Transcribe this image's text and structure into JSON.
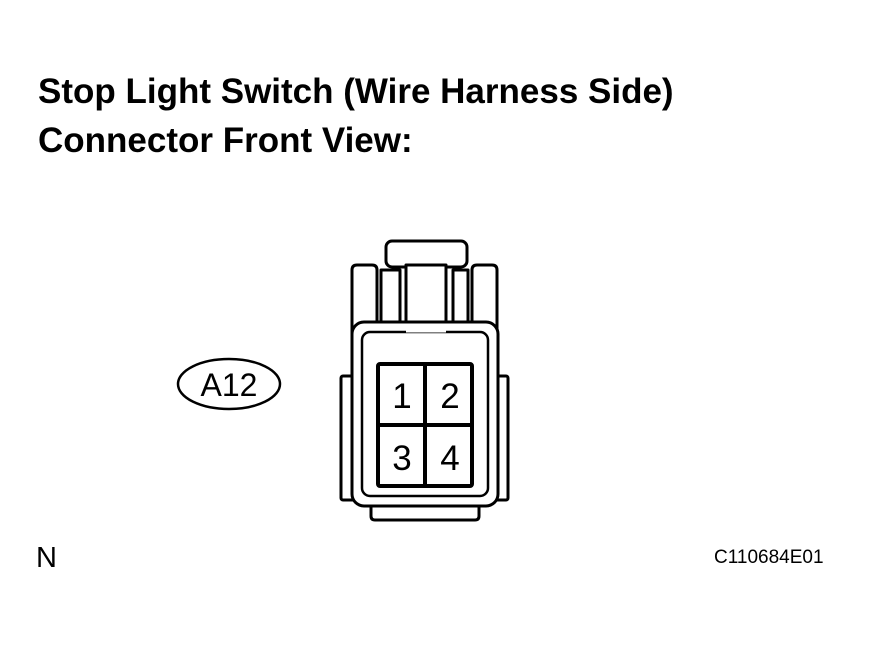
{
  "title": {
    "line1": "Stop Light Switch (Wire Harness Side)",
    "line2": "Connector Front View:"
  },
  "connector": {
    "code": "A12",
    "pins": [
      "1",
      "2",
      "3",
      "4"
    ]
  },
  "orientation_mark": "N",
  "figure_code": "C110684E01",
  "colors": {
    "ink": "#000000",
    "background": "#ffffff"
  }
}
